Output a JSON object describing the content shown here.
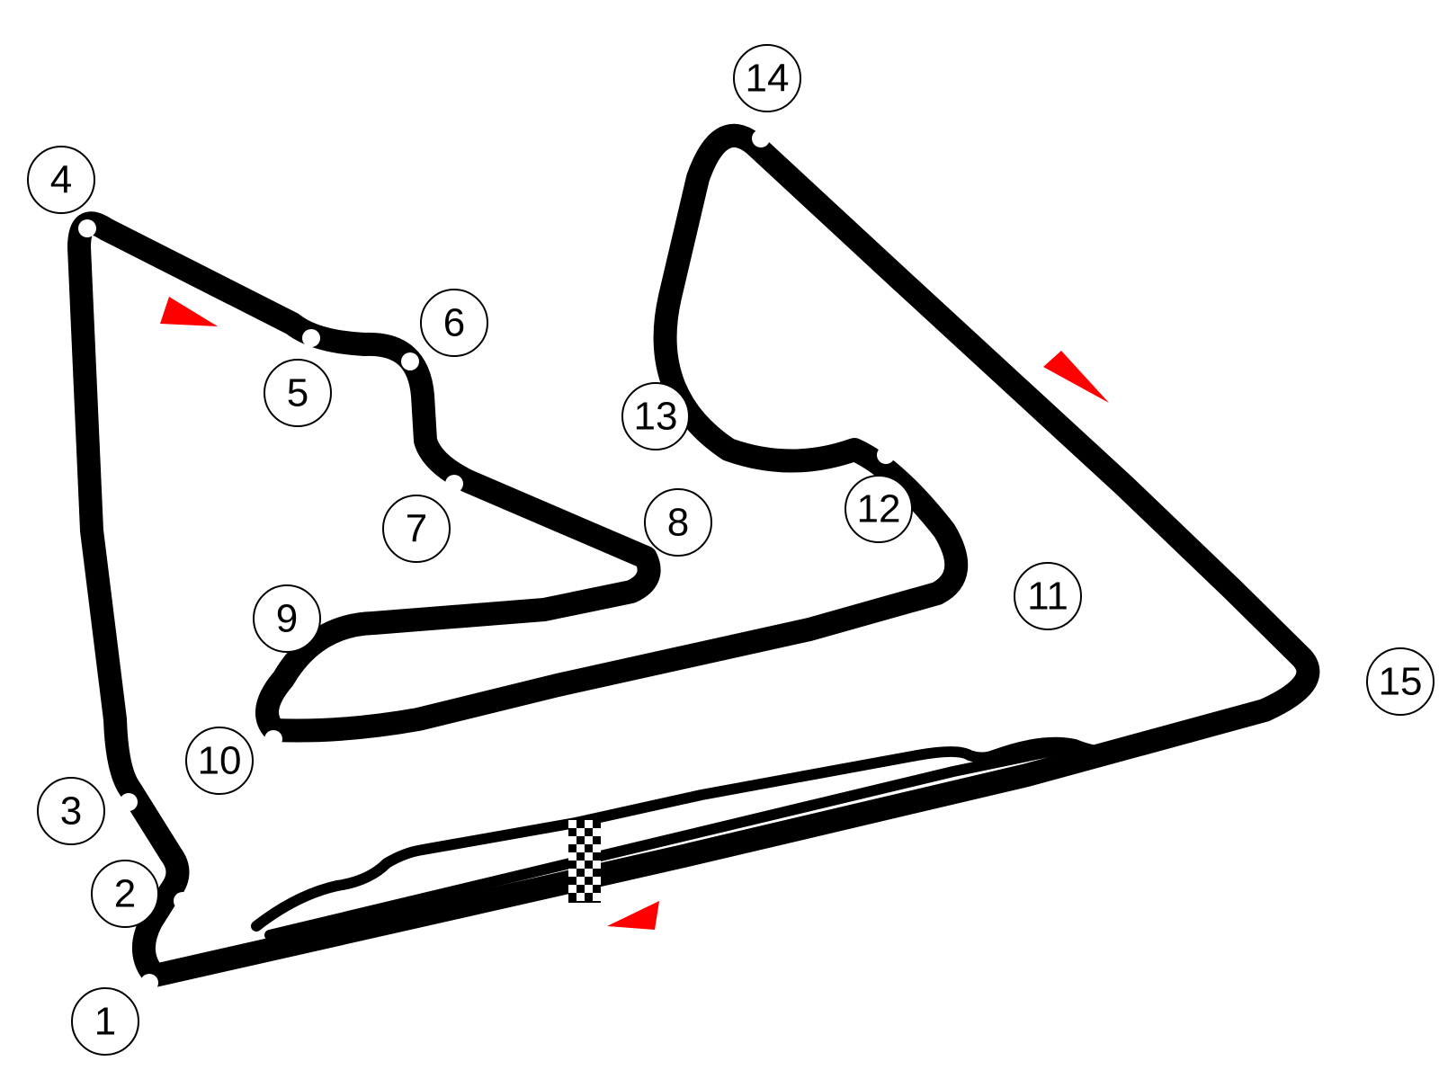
{
  "colors": {
    "track": "#000000",
    "background": "#ffffff",
    "direction_arrow": "#ff0000",
    "apex_marker": "#ffffff"
  },
  "icons": {
    "start_finish": "checkered-flag-icon",
    "direction": "direction-arrow-icon",
    "apex": "apex-dot-icon"
  },
  "corners": [
    {
      "id": "1",
      "label": "1"
    },
    {
      "id": "2",
      "label": "2"
    },
    {
      "id": "3",
      "label": "3"
    },
    {
      "id": "4",
      "label": "4"
    },
    {
      "id": "5",
      "label": "5"
    },
    {
      "id": "6",
      "label": "6"
    },
    {
      "id": "7",
      "label": "7"
    },
    {
      "id": "8",
      "label": "8"
    },
    {
      "id": "9",
      "label": "9"
    },
    {
      "id": "10",
      "label": "10"
    },
    {
      "id": "11",
      "label": "11"
    },
    {
      "id": "12",
      "label": "12"
    },
    {
      "id": "13",
      "label": "13"
    },
    {
      "id": "14",
      "label": "14"
    },
    {
      "id": "15",
      "label": "15"
    }
  ]
}
